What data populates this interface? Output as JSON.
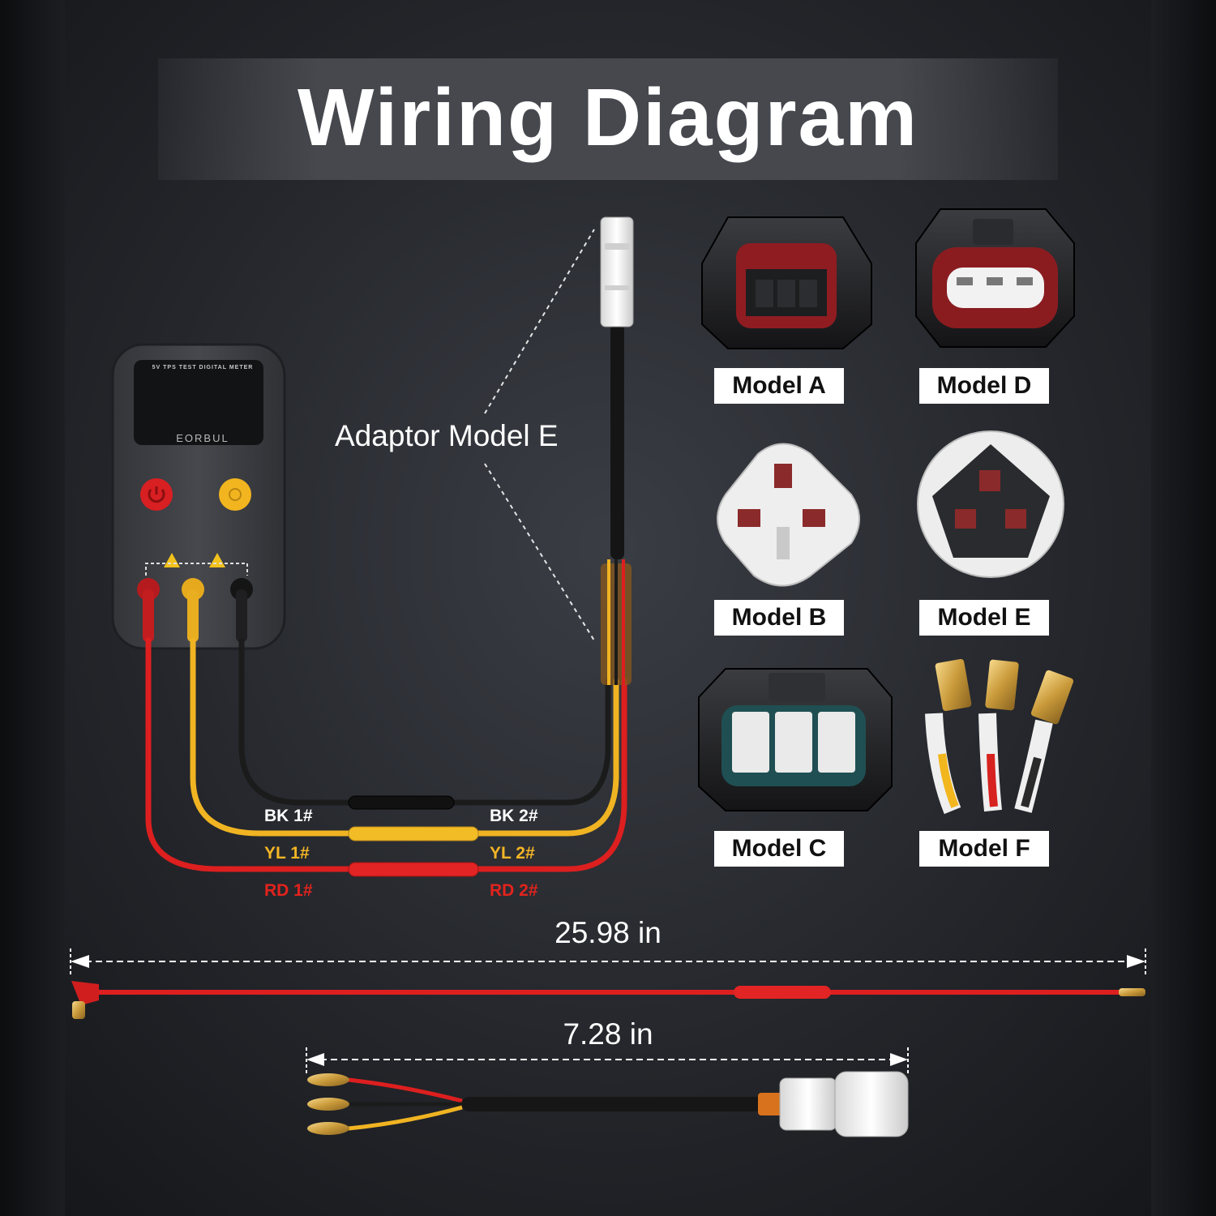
{
  "title": "Wiring Diagram",
  "meter": {
    "label": "5V TPS TEST DIGITAL METER",
    "brand": "EORBUL"
  },
  "adaptor_label": "Adaptor Model E",
  "wire_labels": {
    "bk1": "BK 1#",
    "bk2": "BK 2#",
    "yl1": "YL 1#",
    "yl2": "YL 2#",
    "rd1": "RD 1#",
    "rd2": "RD 2#"
  },
  "models": {
    "a": "Model A",
    "b": "Model B",
    "c": "Model C",
    "d": "Model D",
    "e": "Model E",
    "f": "Model F"
  },
  "dimensions": {
    "long_cable": "25.98 in",
    "short_cable": "7.28 in"
  },
  "colors": {
    "black_wire": "#1b1b1b",
    "yellow_wire": "#f0b422",
    "red_wire": "#dd1f1f",
    "label_bg": "#ffffff"
  }
}
